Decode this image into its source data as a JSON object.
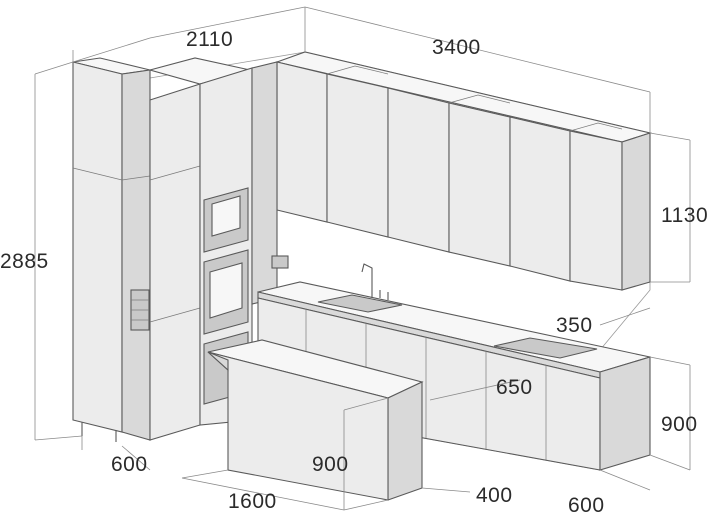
{
  "diagram": {
    "dimensions": {
      "tall_width": "2110",
      "total_length": "3400",
      "height_total": "2885",
      "upper_height": "1130",
      "upper_depth": "350",
      "island_depth": "650",
      "base_height": "900",
      "tall_depth": "600",
      "island_height": "900",
      "island_length": "1600",
      "island_gap": "400",
      "base_depth": "600"
    },
    "colors": {
      "line": "#5a5a5a",
      "dimension": "#8a8a8a",
      "front": "#ececec",
      "side": "#d9d9d9",
      "top": "#f7f7f7"
    }
  }
}
